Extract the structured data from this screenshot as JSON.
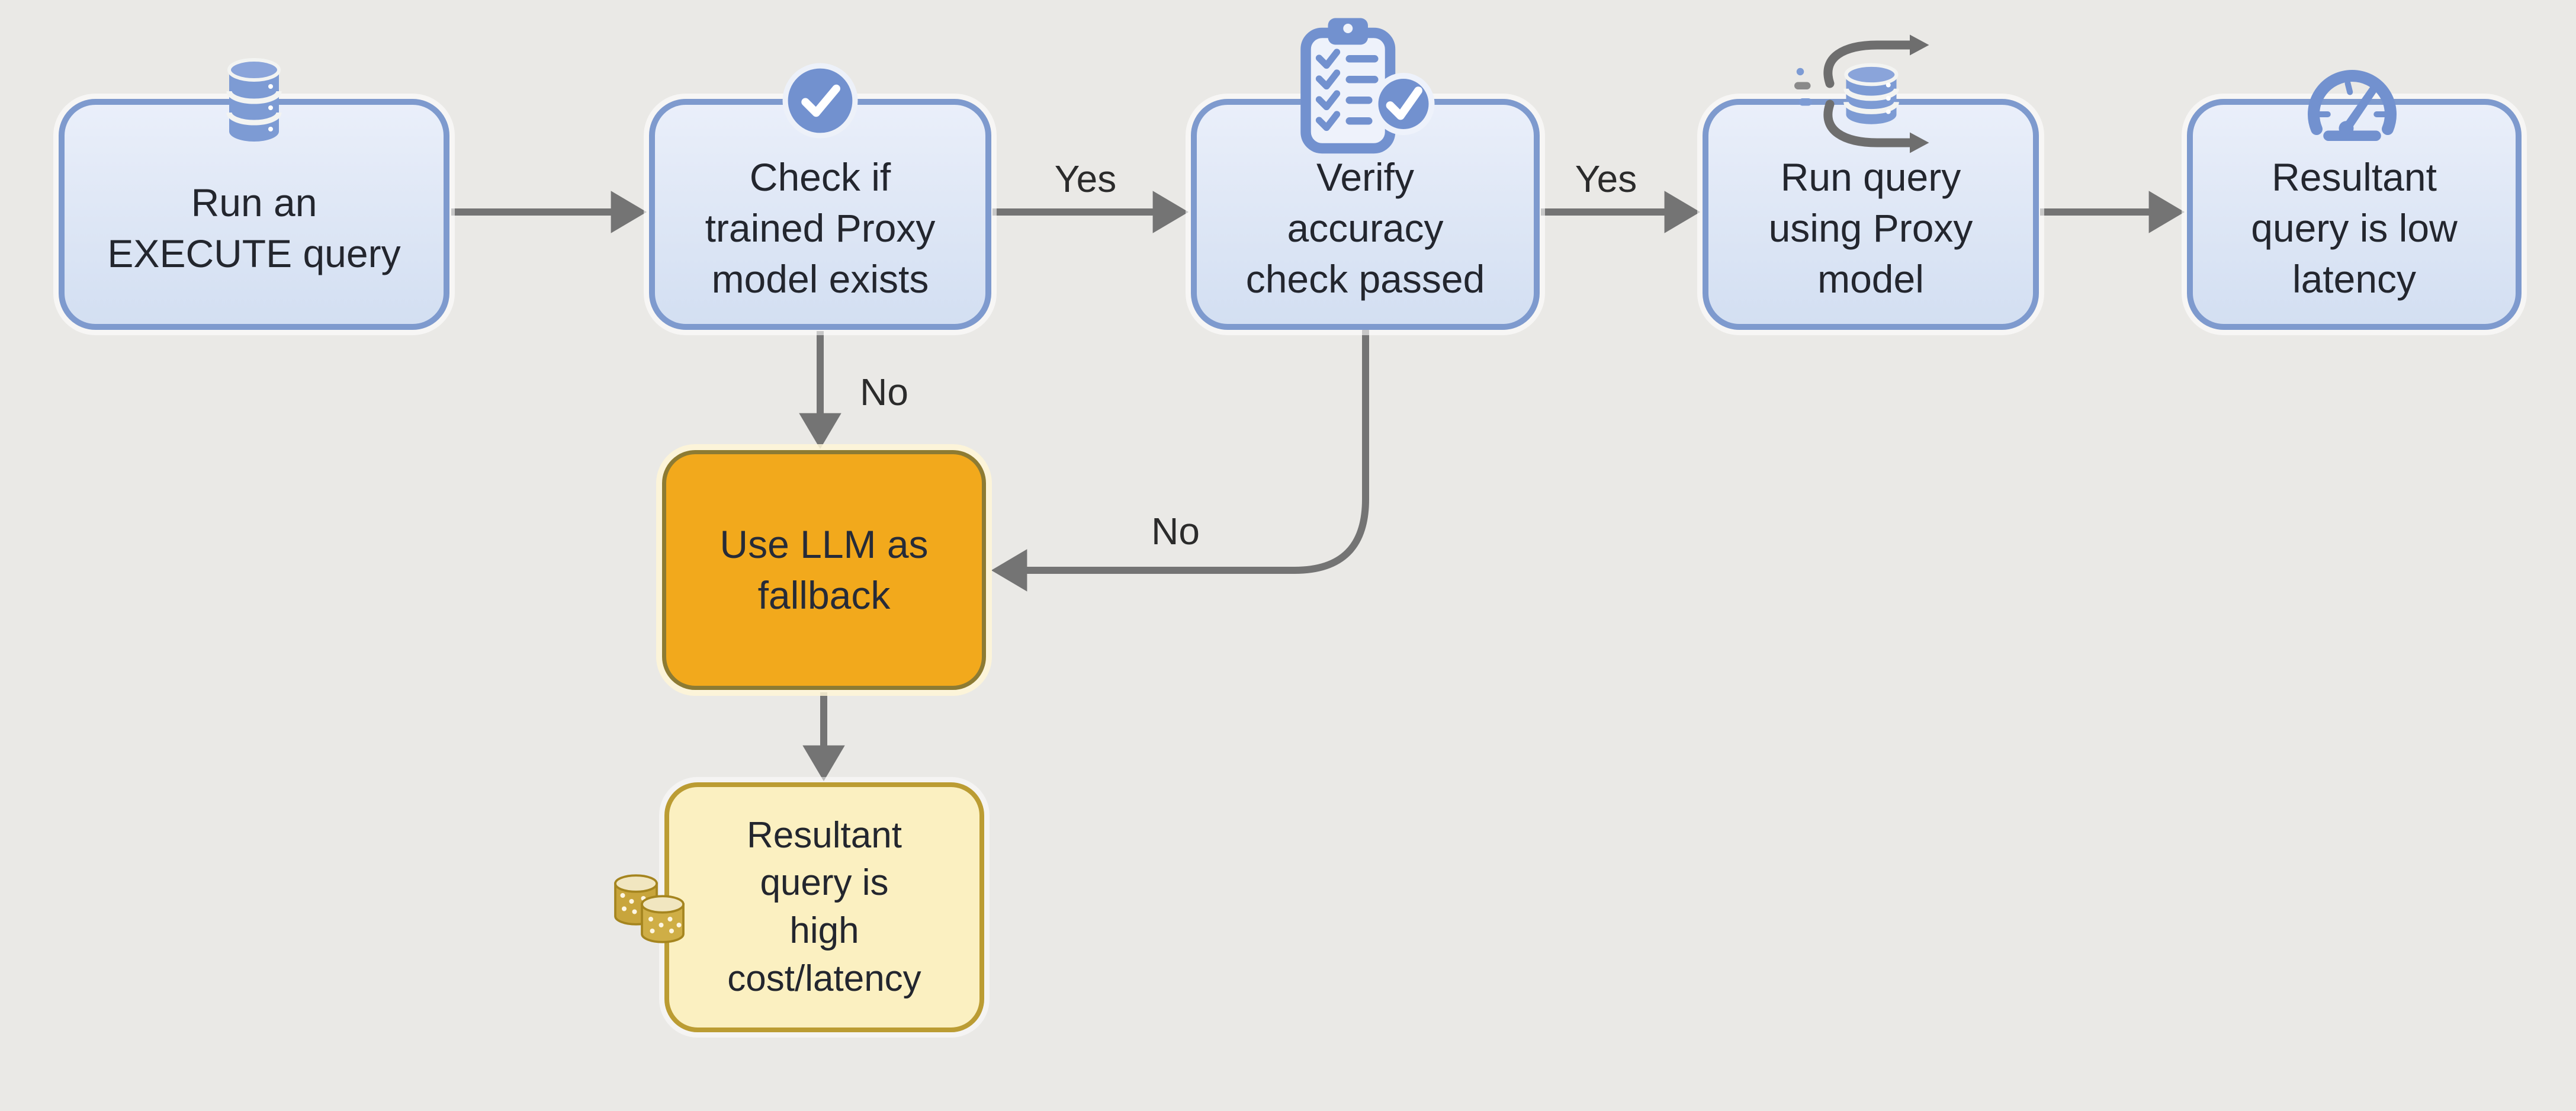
{
  "diagram": {
    "title": "Proxy model query routing flowchart",
    "nodes": {
      "run_execute": {
        "label": "Run an\nEXECUTE query",
        "icon": "database-icon"
      },
      "check_proxy": {
        "label": "Check if\ntrained Proxy\nmodel exists",
        "icon": "check-circle-icon"
      },
      "verify_accuracy": {
        "label": "Verify\naccuracy\ncheck passed",
        "icon": "checklist-clipboard-icon"
      },
      "run_proxy": {
        "label": "Run query\nusing Proxy\nmodel",
        "icon": "database-flow-icon"
      },
      "low_latency": {
        "label": "Resultant\nquery is low\nlatency",
        "icon": "speedometer-icon"
      },
      "llm_fallback": {
        "label": "Use LLM as\nfallback"
      },
      "high_cost": {
        "label": "Resultant\nquery is\nhigh\ncost/latency",
        "icon": "coins-icon"
      }
    },
    "edges": {
      "yes_check_to_verify": "Yes",
      "yes_verify_to_run": "Yes",
      "no_check_to_fallback": "No",
      "no_verify_to_fallback": "No"
    },
    "colors": {
      "background": "#eae9e6",
      "node_fill": "#dde6f5",
      "node_border": "#7e9ace",
      "icon_accent": "#7291cf",
      "fallback_fill": "#f2a91c",
      "fallback_border": "#8d7b33",
      "cost_fill": "#fbf0c1",
      "cost_border": "#bb9c33",
      "arrow": "#747474",
      "text": "#23262e"
    }
  }
}
